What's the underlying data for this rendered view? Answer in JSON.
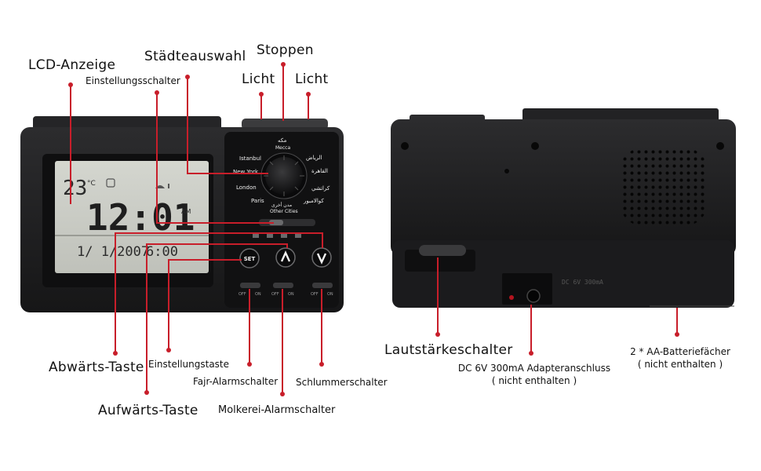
{
  "front": {
    "lcd": {
      "temp": "23",
      "temp_unit": "°C",
      "time": "12:01",
      "ampm": "AM",
      "date": "1/ 1/2007",
      "lower_time": "6:00"
    },
    "dial_cities_left": [
      "Istanbul",
      "New York",
      "London",
      "Paris"
    ],
    "dial_top_ar": "مكه",
    "dial_top_en": "Mecca",
    "dial_cities_right": [
      "الرياض",
      "القاهرة",
      "كراتشي",
      "كوالامبور"
    ],
    "dial_bottom_ar": "مدن أخرى",
    "dial_bottom_en": "Other Cities",
    "set_button": "SET",
    "switch_off": "OFF",
    "switch_on": "ON"
  },
  "back": {
    "jack_label": "DC 6V 300mA"
  },
  "labels": {
    "lcd": "LCD-Anzeige",
    "settings_switch": "Einstellungsschalter",
    "city_select": "Städteauswahl",
    "stop": "Stoppen",
    "light_left": "Licht",
    "light_right": "Licht",
    "down_key": "Abwärts-Taste",
    "settings_key": "Einstellungstaste",
    "fajr_alarm": "Fajr-Alarmschalter",
    "snooze": "Schlummerschalter",
    "up_key": "Aufwärts-Taste",
    "dairy_alarm": "Molkerei-Alarmschalter",
    "volume": "Lautstärkeschalter",
    "adapter_line1": "DC 6V 300mA Adapteranschluss",
    "adapter_line2": "( nicht enthalten )",
    "battery_line1": "2 * AA-Batteriefächer",
    "battery_line2": "( nicht enthalten )"
  },
  "colors": {
    "device": "#1f1f21",
    "lcd": "#c9cbc4",
    "leader": "#c81e2a"
  }
}
